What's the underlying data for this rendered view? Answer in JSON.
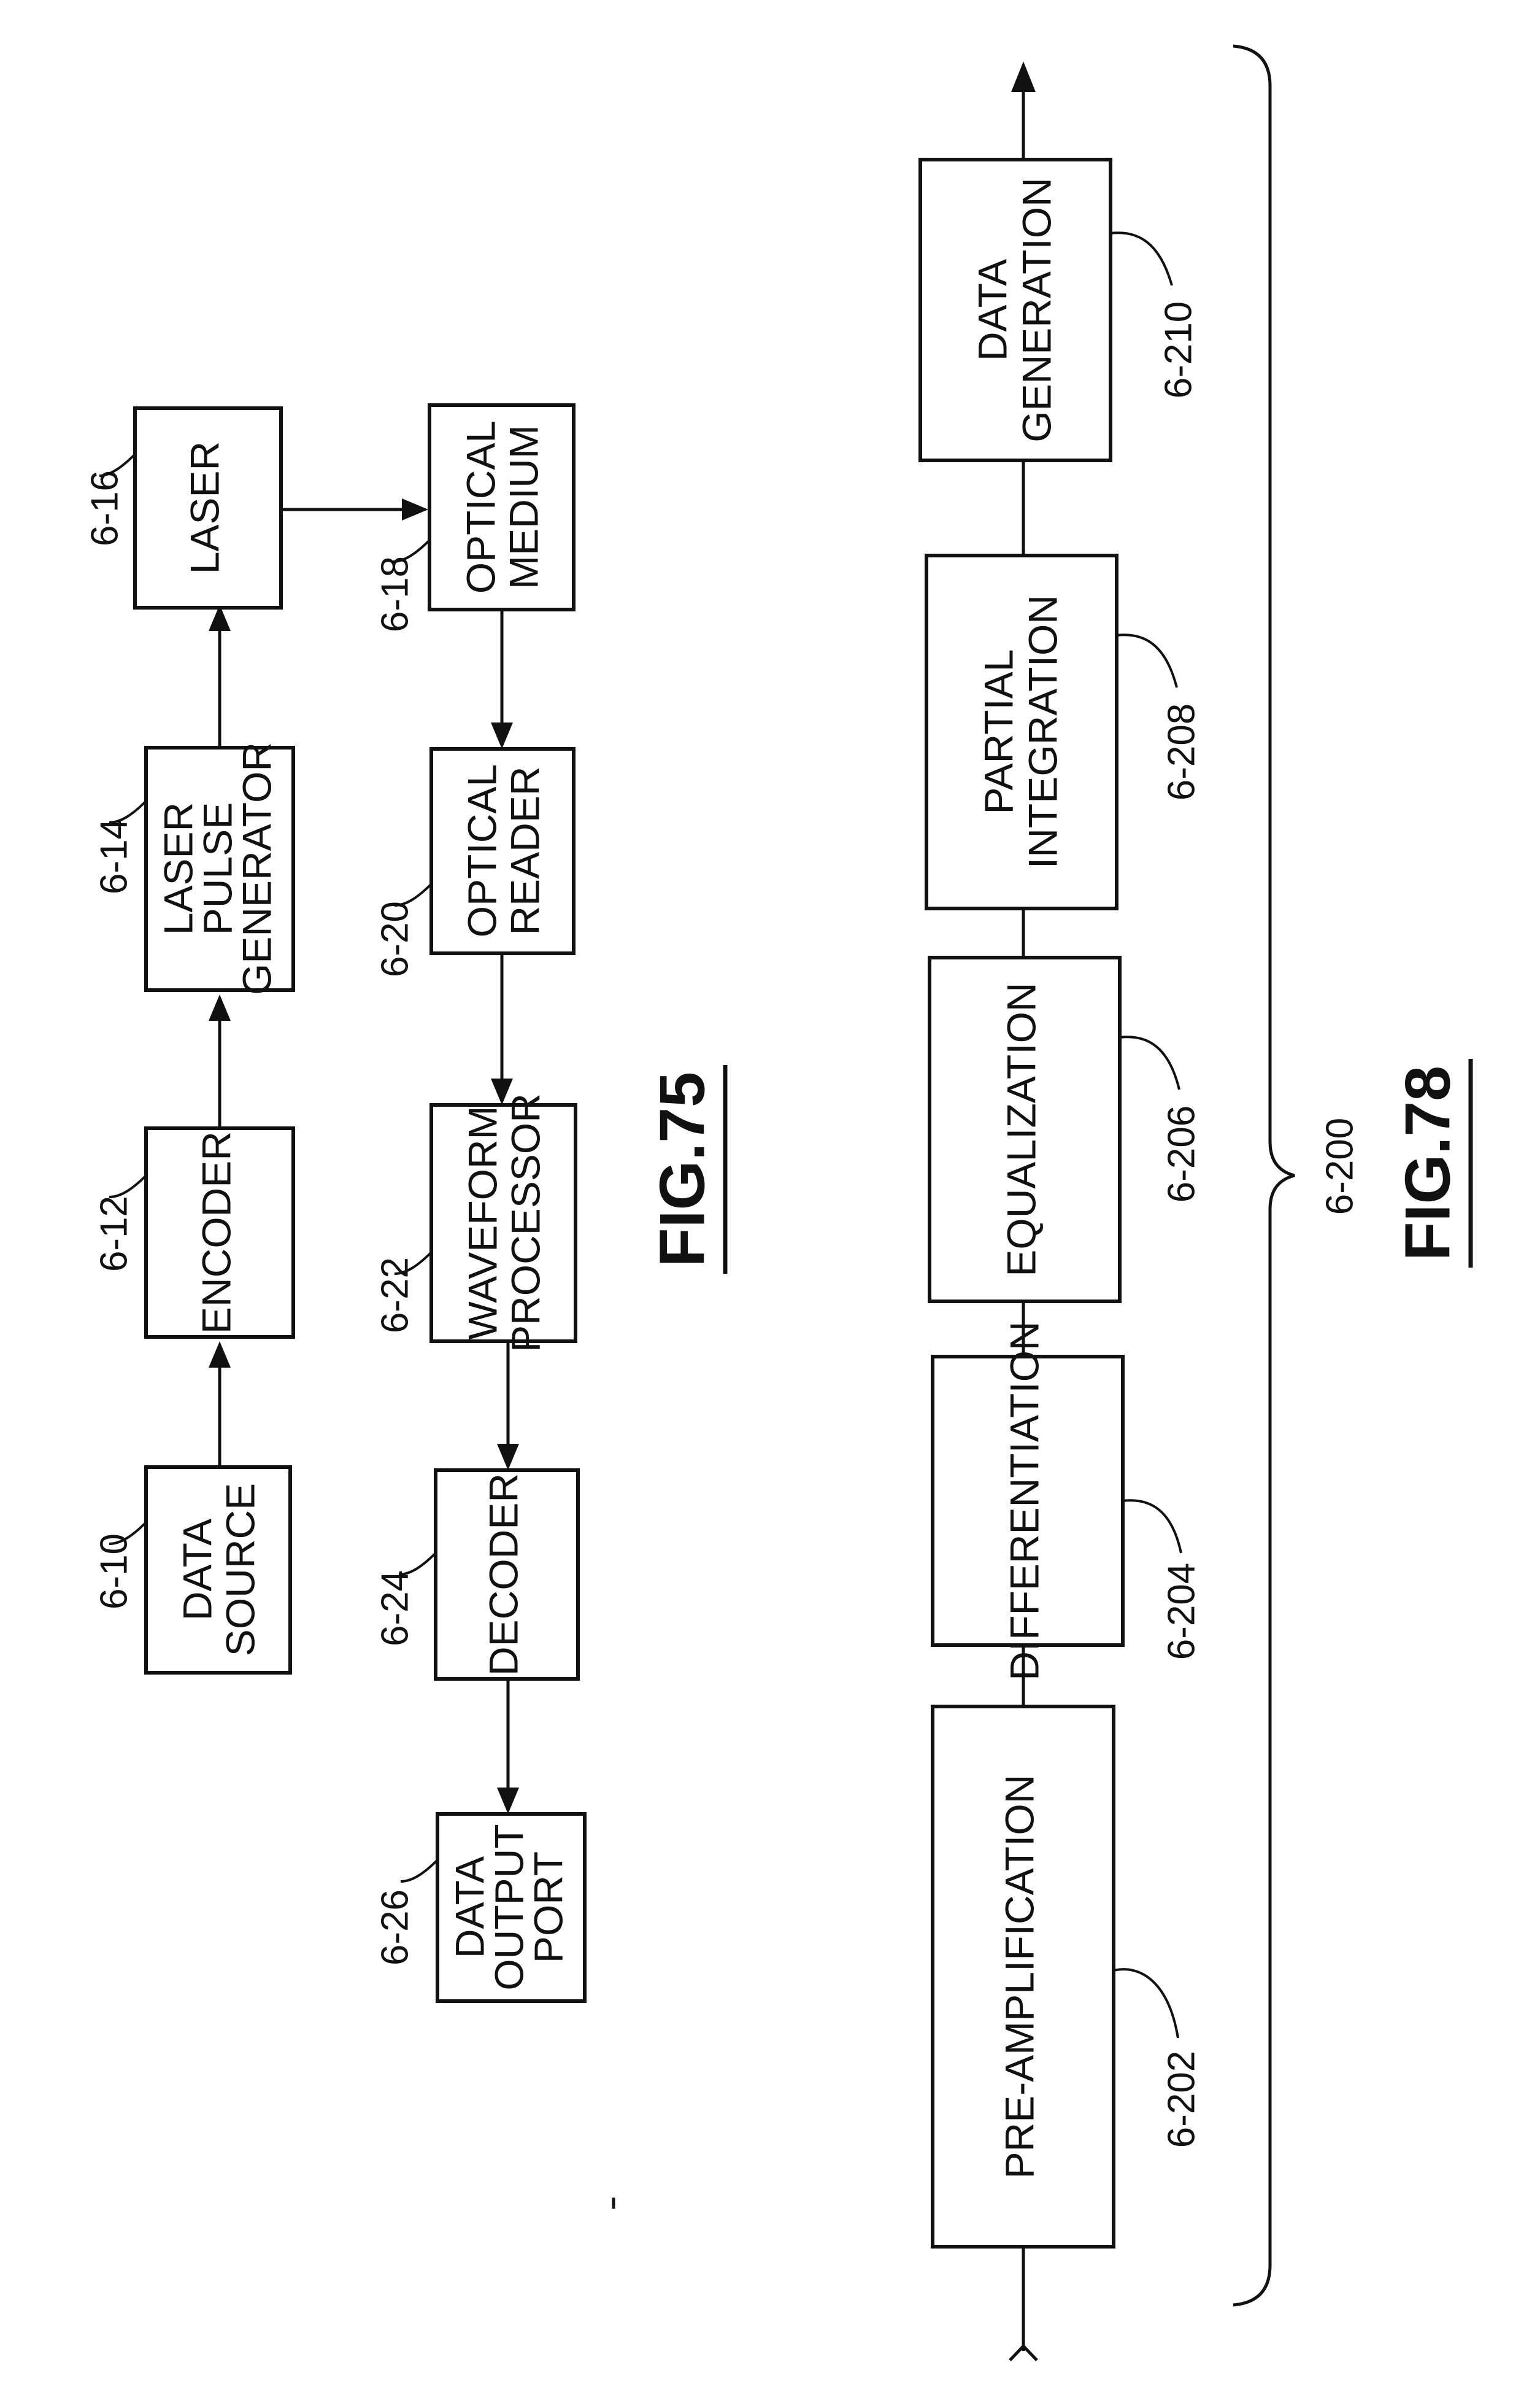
{
  "figures": {
    "fig75": {
      "title": "FIG.75",
      "blocks": {
        "b6_10": {
          "lines": [
            "DATA",
            "SOURCE"
          ],
          "ref": "6-10"
        },
        "b6_12": {
          "lines": [
            "ENCODER"
          ],
          "ref": "6-12"
        },
        "b6_14": {
          "lines": [
            "LASER",
            "PULSE",
            "GENERATOR"
          ],
          "ref": "6-14"
        },
        "b6_16": {
          "lines": [
            "LASER"
          ],
          "ref": "6-16"
        },
        "b6_18": {
          "lines": [
            "OPTICAL",
            "MEDIUM"
          ],
          "ref": "6-18"
        },
        "b6_20": {
          "lines": [
            "OPTICAL",
            "READER"
          ],
          "ref": "6-20"
        },
        "b6_22": {
          "lines": [
            "WAVEFORM",
            "PROCESSOR"
          ],
          "ref": "6-22"
        },
        "b6_24": {
          "lines": [
            "DECODER"
          ],
          "ref": "6-24"
        },
        "b6_26": {
          "lines": [
            "DATA",
            "OUTPUT",
            "PORT"
          ],
          "ref": "6-26"
        }
      }
    },
    "fig78": {
      "title": "FIG.78",
      "group_ref": "6-200",
      "blocks": {
        "b6_202": {
          "lines": [
            "PRE-AMPLIFICATION"
          ],
          "ref": "6-202"
        },
        "b6_204": {
          "lines": [
            "DIFFERENTIATION"
          ],
          "ref": "6-204"
        },
        "b6_206": {
          "lines": [
            "EQUALIZATION"
          ],
          "ref": "6-206"
        },
        "b6_208": {
          "lines": [
            "PARTIAL",
            "INTEGRATION"
          ],
          "ref": "6-208"
        },
        "b6_210": {
          "lines": [
            "DATA",
            "GENERATION"
          ],
          "ref": "6-210"
        }
      }
    }
  }
}
